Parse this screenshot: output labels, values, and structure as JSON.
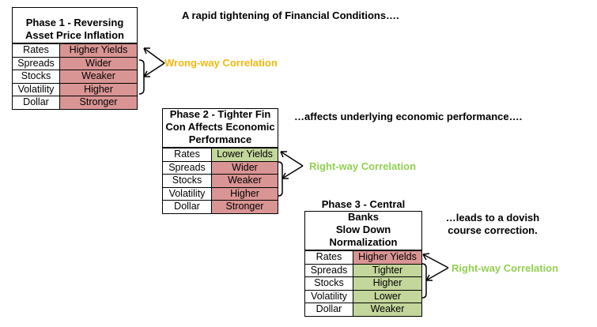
{
  "phases": [
    {
      "title_lines": [
        "Phase 1 - Reversing",
        "Asset Price Inflation"
      ],
      "rows": [
        {
          "label": "Rates",
          "value": "Higher Yields",
          "color": "#d99594"
        },
        {
          "label": "Spreads",
          "value": "Wider",
          "color": "#d99594"
        },
        {
          "label": "Stocks",
          "value": "Weaker",
          "color": "#d99594"
        },
        {
          "label": "Volatility",
          "value": "Higher",
          "color": "#d99594"
        },
        {
          "label": "Dollar",
          "value": "Stronger",
          "color": "#d99594"
        }
      ],
      "caption_lines": [
        "A rapid tightening of Financial Conditions…."
      ],
      "correlation": {
        "text": "Wrong-way Correlation",
        "color": "#f5b70f"
      }
    },
    {
      "title_lines": [
        "Phase 2 - Tighter Fin",
        "Con Affects Economic",
        "Performance"
      ],
      "rows": [
        {
          "label": "Rates",
          "value": "Lower Yields",
          "color": "#c3d69b"
        },
        {
          "label": "Spreads",
          "value": "Wider",
          "color": "#d99594"
        },
        {
          "label": "Stocks",
          "value": "Weaker",
          "color": "#d99594"
        },
        {
          "label": "Volatility",
          "value": "Higher",
          "color": "#d99594"
        },
        {
          "label": "Dollar",
          "value": "Stronger",
          "color": "#d99594"
        }
      ],
      "caption_lines": [
        "…affects underlying economic performance…."
      ],
      "correlation": {
        "text": "Right-way Correlation",
        "color": "#92d050"
      }
    },
    {
      "title_lines": [
        "Phase 3 - Central Banks",
        "Slow Down",
        "Normalization"
      ],
      "rows": [
        {
          "label": "Rates",
          "value": "Higher Yields",
          "color": "#d99594"
        },
        {
          "label": "Spreads",
          "value": "Tighter",
          "color": "#c3d69b"
        },
        {
          "label": "Stocks",
          "value": "Higher",
          "color": "#c3d69b"
        },
        {
          "label": "Volatility",
          "value": "Lower",
          "color": "#c3d69b"
        },
        {
          "label": "Dollar",
          "value": "Weaker",
          "color": "#c3d69b"
        }
      ],
      "caption_lines": [
        "…leads to a dovish",
        "course correction."
      ],
      "correlation": {
        "text": "Right-way Correlation",
        "color": "#92d050"
      }
    }
  ]
}
